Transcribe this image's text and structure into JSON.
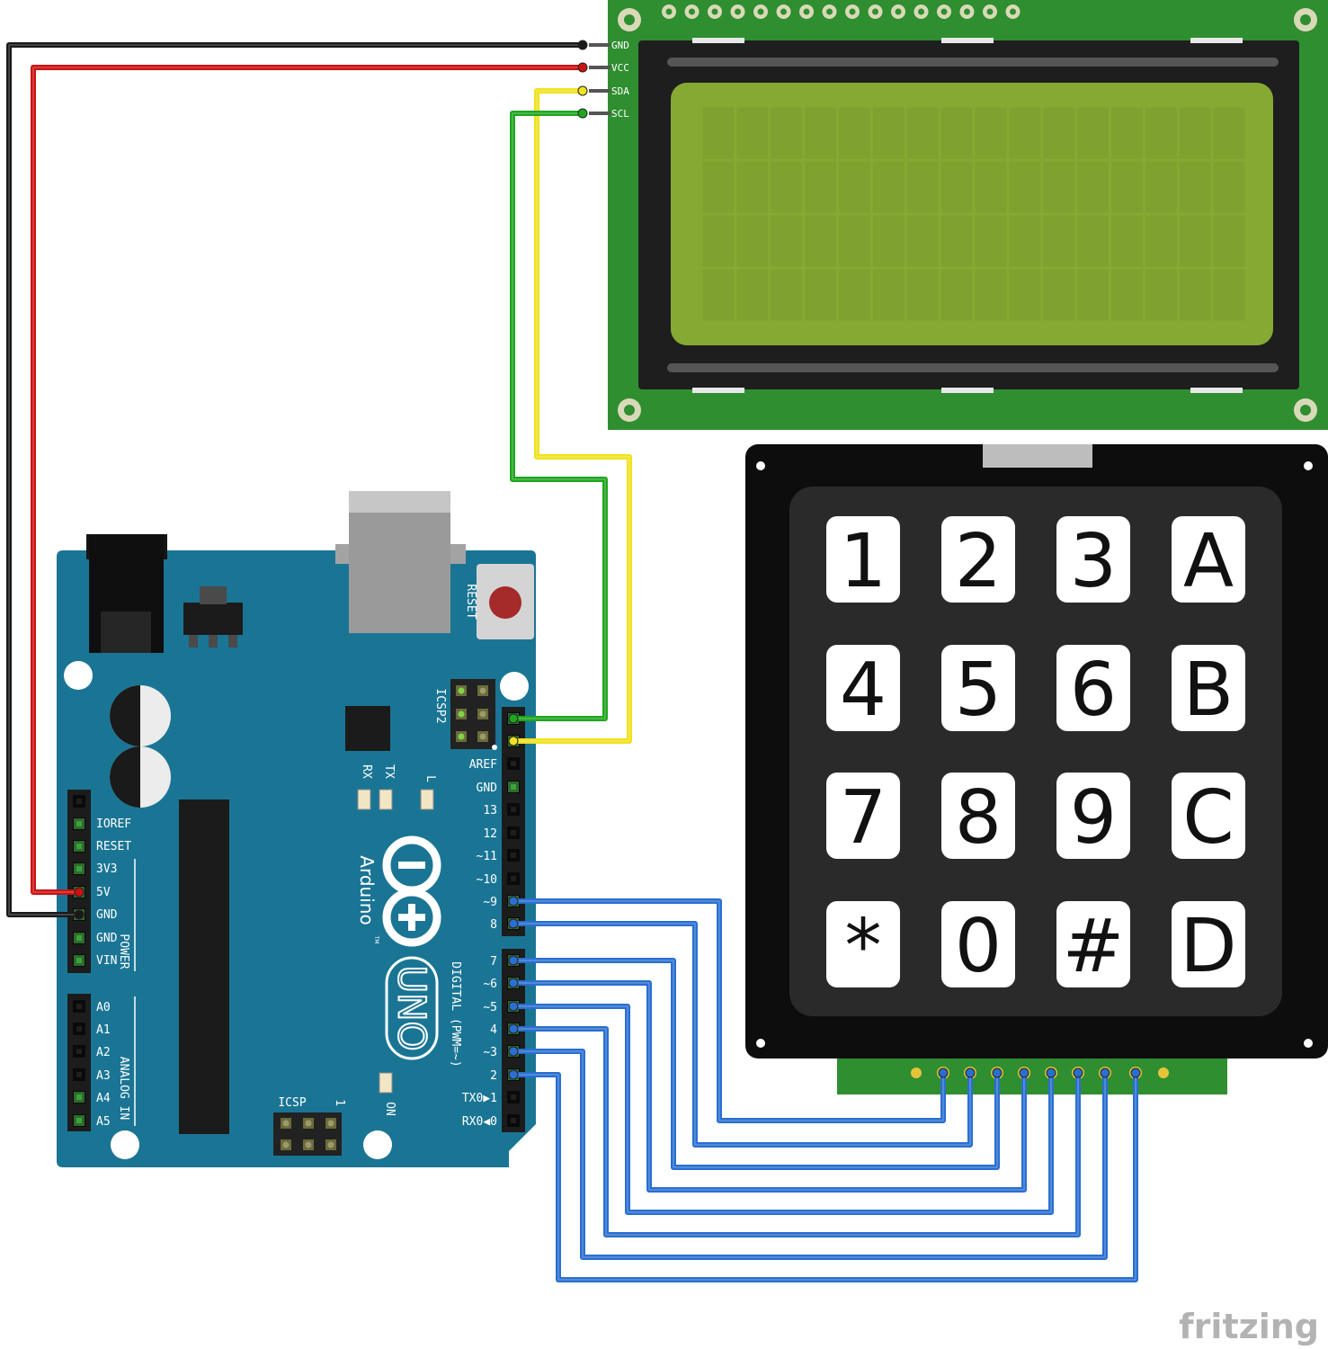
{
  "lcd": {
    "pins": [
      "GND",
      "VCC",
      "SDA",
      "SCL"
    ],
    "rows": 4,
    "cols": 16
  },
  "keypad": {
    "keys": [
      "1",
      "2",
      "3",
      "A",
      "4",
      "5",
      "6",
      "B",
      "7",
      "8",
      "9",
      "C",
      "*",
      "0",
      "#",
      "D"
    ],
    "pin_count": 8
  },
  "arduino": {
    "reset_label": "RESET",
    "icsp2_label": "ICSP2",
    "icsp_label": "ICSP",
    "icsp_pin1": "1",
    "tx_label": "TX",
    "rx_label": "RX",
    "l_label": "L",
    "on_label": "ON",
    "brand": "Arduino",
    "tm": "TM",
    "model": "UNO",
    "digital_label": "DIGITAL (PWM=~)",
    "power_label": "POWER",
    "analog_label": "ANALOG IN",
    "power_pins": [
      "IOREF",
      "RESET",
      "3V3",
      "5V",
      "GND",
      "GND",
      "VIN"
    ],
    "analog_pins": [
      "A0",
      "A1",
      "A2",
      "A3",
      "A4",
      "A5"
    ],
    "digital_high": [
      "AREF",
      "GND",
      "13",
      "12",
      "~11",
      "~10",
      "~9",
      "8"
    ],
    "digital_low": [
      "7",
      "~6",
      "~5",
      "4",
      "~3",
      "2",
      "TX0▶1",
      "RX0◀0"
    ]
  },
  "watermark": "fritzing",
  "colors": {
    "wire_gnd": "#1a1a1a",
    "wire_vcc": "#cc1111",
    "wire_sda": "#f0e21f",
    "wire_scl": "#1fa61f",
    "wire_keypad": "#2a6fd0",
    "board": "#1a7595",
    "lcd_pcb": "#2f8e2f",
    "lcd_screen": "#86a933",
    "keypad_body": "#0d0d0d"
  }
}
